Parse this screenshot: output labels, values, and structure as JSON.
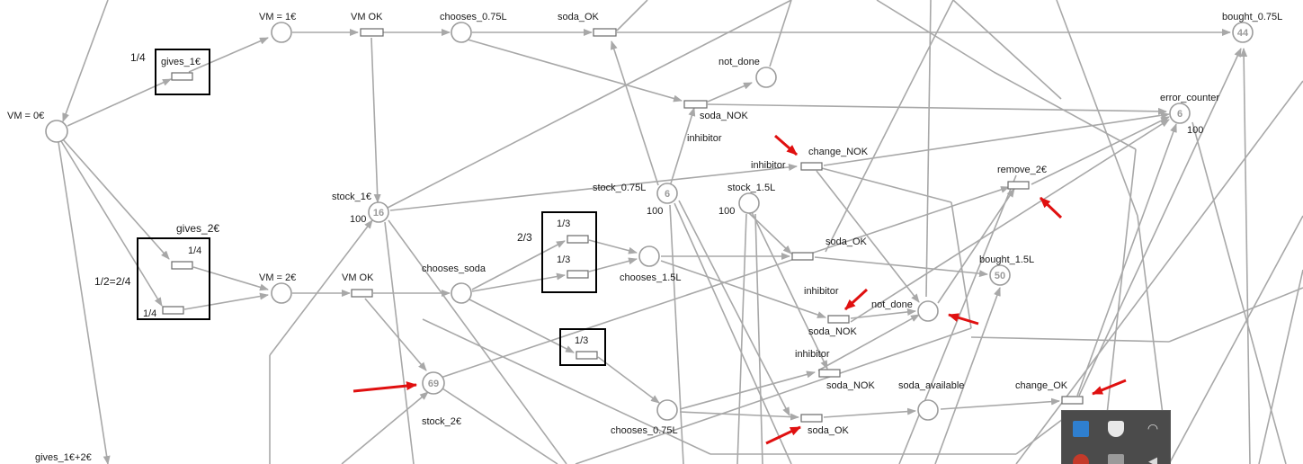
{
  "labels": {
    "vm0": "VM = 0€",
    "vm1": "VM = 1€",
    "vm2": "VM = 2€",
    "vm_ok_top": "VM OK",
    "vm_ok_mid": "VM OK",
    "chooses_075_top": "chooses_0.75L",
    "chooses_soda": "chooses_soda",
    "chooses_15": "chooses_1.5L",
    "chooses_075_bot": "chooses_0.75L",
    "soda_ok_top": "soda_OK",
    "soda_ok_mid": "soda_OK",
    "soda_ok_bot": "soda_OK",
    "soda_nok_top": "soda_NOK",
    "soda_nok_mid": "soda_NOK",
    "soda_nok_bot": "soda_NOK",
    "not_done_top": "not_done",
    "not_done_mid": "not_done",
    "bought_075": "bought_0.75L",
    "bought_15": "bought_1.5L",
    "error_counter": "error_counter",
    "error_cap": "100",
    "change_nok": "change_NOK",
    "change_ok": "change_OK",
    "remove_2": "remove_2€",
    "stock_1": "stock_1€",
    "stock_1_cap": "100",
    "stock_2": "stock_2€",
    "stock_075": "stock_0.75L",
    "stock_075_cap": "100",
    "stock_15": "stock_1.5L",
    "stock_15_cap": "100",
    "soda_available": "soda_available",
    "inhibitor_1": "inhibitor",
    "inhibitor_2": "inhibitor",
    "inhibitor_3": "inhibitor",
    "inhibitor_4": "inhibitor",
    "gives_1": "gives_1€",
    "gives_2": "gives_2€",
    "gives_12": "gives_1€+2€",
    "prob_quarter_top": "1/4",
    "prob_half": "1/2=2/4",
    "prob_quarter_a": "1/4",
    "prob_quarter_b": "1/4",
    "prob_two_thirds": "2/3",
    "prob_third_a": "1/3",
    "prob_third_b": "1/3",
    "prob_third_c": "1/3"
  },
  "tokens": {
    "bought_075": "44",
    "error_counter": "6",
    "stock_1": "16",
    "stock_075": "6",
    "bought_15": "50",
    "stock_2": "69"
  },
  "colors": {
    "edge": "#a8a8a8",
    "highlight_arrow": "#e01010",
    "tray_background": "#4b4b4b"
  },
  "tray": {
    "icons": [
      "network-icon",
      "security-shield-icon",
      "wifi-icon",
      "blocked-icon",
      "battery-icon",
      "volume-icon"
    ]
  }
}
